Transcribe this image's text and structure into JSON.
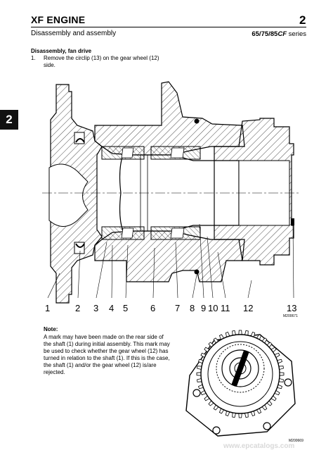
{
  "header": {
    "title": "XF ENGINE",
    "chapter": "2",
    "subtitle": "Disassembly and assembly",
    "series_models": "65/75/85",
    "series_suffix": "CF",
    "series_word": " series"
  },
  "side_tab": {
    "label": "2"
  },
  "section": {
    "heading": "Disassembly, fan drive",
    "steps": [
      {
        "number": "1.",
        "text": "Remove the circlip (13) on the gear wheel (12) side."
      }
    ]
  },
  "figure1": {
    "callouts": [
      "1",
      "2",
      "3",
      "4",
      "5",
      "6",
      "7",
      "8",
      "9",
      "10",
      "11",
      "12",
      "13"
    ],
    "image_id": "M200671"
  },
  "note": {
    "heading": "Note:",
    "text": "A mark may have been made on the rear side of the shaft (1) during initial assembly. This mark may be used to check whether the gear wheel (12) has turned in relation to the shaft (1). If this is the case, the shaft (1) and/or the gear wheel (12) is/are rejected."
  },
  "figure2": {
    "image_id": "M200669"
  },
  "watermark": "www.epcatalogs.com"
}
